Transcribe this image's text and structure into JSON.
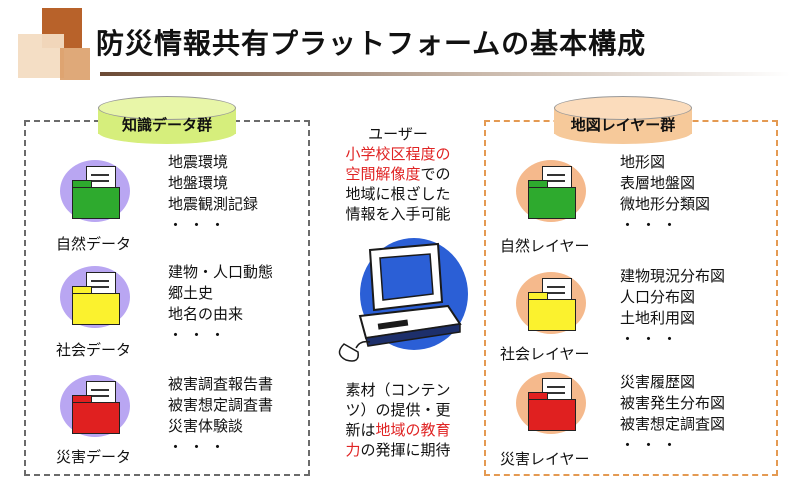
{
  "title": "防災情報共有プラットフォームの基本構成",
  "colors": {
    "accent": "#e02424",
    "left_panel_border": "#6b6b6b",
    "right_panel_border": "#e49a52",
    "computer": "#2b5fd6"
  },
  "knowledge": {
    "label": "知識データ群",
    "groups": [
      {
        "name": "自然データ",
        "icon": "green-folder-icon",
        "items": [
          "地震環境",
          "地盤環境",
          "地震観測記録",
          "・・・"
        ]
      },
      {
        "name": "社会データ",
        "icon": "yellow-folder-icon",
        "items": [
          "建物・人口動態",
          "郷土史",
          "地名の由来",
          "・・・"
        ]
      },
      {
        "name": "災害データ",
        "icon": "red-folder-icon",
        "items": [
          "被害調査報告書",
          "被害想定調査書",
          "災害体験談",
          "・・・"
        ]
      }
    ]
  },
  "layers": {
    "label": "地図レイヤー群",
    "groups": [
      {
        "name": "自然レイヤー",
        "icon": "green-folder-icon",
        "items": [
          "地形図",
          "表層地盤図",
          "微地形分類図",
          "・・・"
        ]
      },
      {
        "name": "社会レイヤー",
        "icon": "yellow-folder-icon",
        "items": [
          "建物現況分布図",
          "人口分布図",
          "土地利用図",
          "・・・"
        ]
      },
      {
        "name": "災害レイヤー",
        "icon": "red-folder-icon",
        "items": [
          "災害履歴図",
          "被害発生分布図",
          "被害想定調査図",
          "・・・"
        ]
      }
    ]
  },
  "user": {
    "heading": "ユーザー",
    "line1": "小学校区程度の",
    "line2_red": "空間解像度",
    "line2_rest": "での",
    "line3": "地域に根ざした",
    "line4": "情報を入手可能"
  },
  "bottom": {
    "line1": "素材（コンテン",
    "line2": "ツ）の提供・更",
    "line3_pre": "新は",
    "line3_red": "地域の教育",
    "line4_red": "力",
    "line4_rest": "の発揮に期待"
  },
  "computer_icon": "computer-icon"
}
